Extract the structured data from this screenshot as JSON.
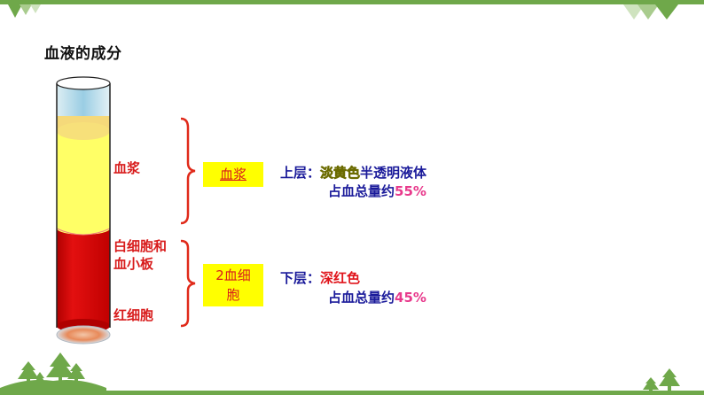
{
  "slide": {
    "title": "血液的成分",
    "theme_color": "#6fa84a",
    "tube_labels": {
      "plasma": "血浆",
      "wbc_platelets_line1": "白细胞和",
      "wbc_platelets_line2": "血小板",
      "rbc": "红细胞"
    },
    "boxes": {
      "plasma": "血浆",
      "cells_line1": "2血细",
      "cells_line2": "胞"
    },
    "upper": {
      "prefix": "上层：",
      "color_word": "淡黄色",
      "rest": "半透明液体",
      "ratio_prefix": "占血总量约",
      "ratio_value": "55%"
    },
    "lower": {
      "prefix": "下层：",
      "color_word": "深红色",
      "ratio_prefix": "占血总量约",
      "ratio_value": "45%"
    },
    "colors": {
      "label_red": "#d81c1c",
      "box_yellow": "#ffff00",
      "desc_blue": "#1a1a9a",
      "pct_pink": "#e83a8c",
      "plasma_yellow": "#ffff66",
      "blood_red": "#cc0000"
    }
  }
}
